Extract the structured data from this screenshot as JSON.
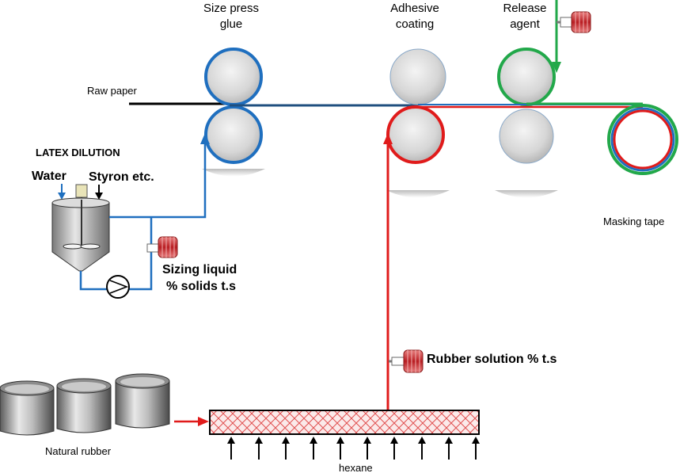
{
  "labels": {
    "size_press_line1": "Size press",
    "size_press_line2": "glue",
    "adhesive_line1": "Adhesive",
    "adhesive_line2": "coating",
    "release_line1": "Release",
    "release_line2": "agent",
    "raw_paper": "Raw paper",
    "latex_dilution": "LATEX DILUTION",
    "water": "Water",
    "styron": "Styron etc.",
    "sizing_liquid_line1": "Sizing liquid",
    "sizing_liquid_line2": "% solids t.s",
    "masking_tape": "Masking tape",
    "rubber_solution": "Rubber solution % t.s",
    "natural_rubber": "Natural rubber",
    "hexane": "hexane"
  },
  "colors": {
    "blue": "#1f6fbf",
    "red": "#e01b1b",
    "green": "#22a84a",
    "black": "#000000",
    "sensor_red": "#c0282c",
    "roller_fill": "#d9d9d9"
  },
  "icons": [
    "roller",
    "mixing-tank",
    "pump",
    "sensor",
    "rubber-drum",
    "mixer-tank-hatched",
    "arrow"
  ]
}
